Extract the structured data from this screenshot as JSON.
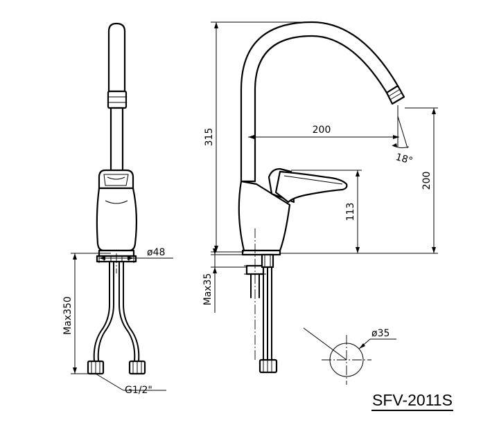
{
  "model": "SFV-2011S",
  "dimensions": {
    "spout_diameter": "ø48",
    "max_hose_length": "Max350",
    "thread": "G1/2\"",
    "total_height": "315",
    "spout_reach": "200",
    "swing_angle": "18°",
    "spout_height": "200",
    "handle_height": "113",
    "max_deck_thickness": "Max35",
    "hole_diameter": "ø35"
  }
}
